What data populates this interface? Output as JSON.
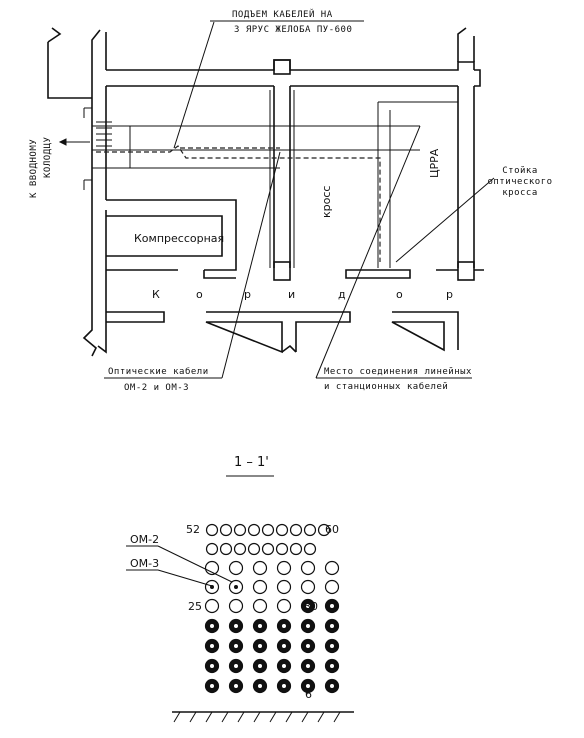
{
  "plan": {
    "callout_riser_line1": "ПОДЪЕМ КАБЕЛЕЙ НА",
    "callout_riser_line2": "3 ЯРУС ЖЕЛОБА ПУ-600",
    "entry_line1": "К ВВОДНОМУ",
    "entry_line2": "КОЛОДЦУ",
    "rack_line1": "Стойка",
    "rack_line2": "оптического",
    "rack_line3": "кросса",
    "room_cross": "кросс",
    "room_tsrra": "ЦРРА",
    "room_compressor": "Компрессорная",
    "corridor_letters": [
      "К",
      "о",
      "р",
      "и",
      "д",
      "о",
      "р"
    ],
    "callout_optic_line1": "Оптические кабели",
    "callout_optic_line2": "ОМ-2 и ОМ-3",
    "callout_joint_line1": "Место соединения линейных",
    "callout_joint_line2": "и станционных кабелей"
  },
  "section": {
    "title": "1 – 1'",
    "label_om2": "ОМ-2",
    "label_om3": "ОМ-3",
    "num_52": "52",
    "num_60": "60",
    "num_25": "25",
    "num_30": "30",
    "num_6": "6",
    "rows": [
      [
        "open",
        "open",
        "open",
        "open",
        "open",
        "open",
        "open",
        "open",
        "open"
      ],
      [
        "open",
        "open",
        "open",
        "open",
        "open",
        "open",
        "open",
        "open"
      ],
      [
        "open",
        "open",
        "open",
        "open",
        "open",
        "open"
      ],
      [
        "cable",
        "cable",
        "open",
        "open",
        "open",
        "open"
      ],
      [
        "open",
        "open",
        "open",
        "open",
        "filled",
        "filled"
      ],
      [
        "filled",
        "filled",
        "filled",
        "filled",
        "filled",
        "filled"
      ],
      [
        "filled",
        "filled",
        "filled",
        "filled",
        "filled",
        "filled"
      ],
      [
        "filled",
        "filled",
        "filled",
        "filled",
        "filled",
        "filled"
      ],
      [
        "filled",
        "filled",
        "filled",
        "filled",
        "filled",
        "filled"
      ]
    ]
  }
}
